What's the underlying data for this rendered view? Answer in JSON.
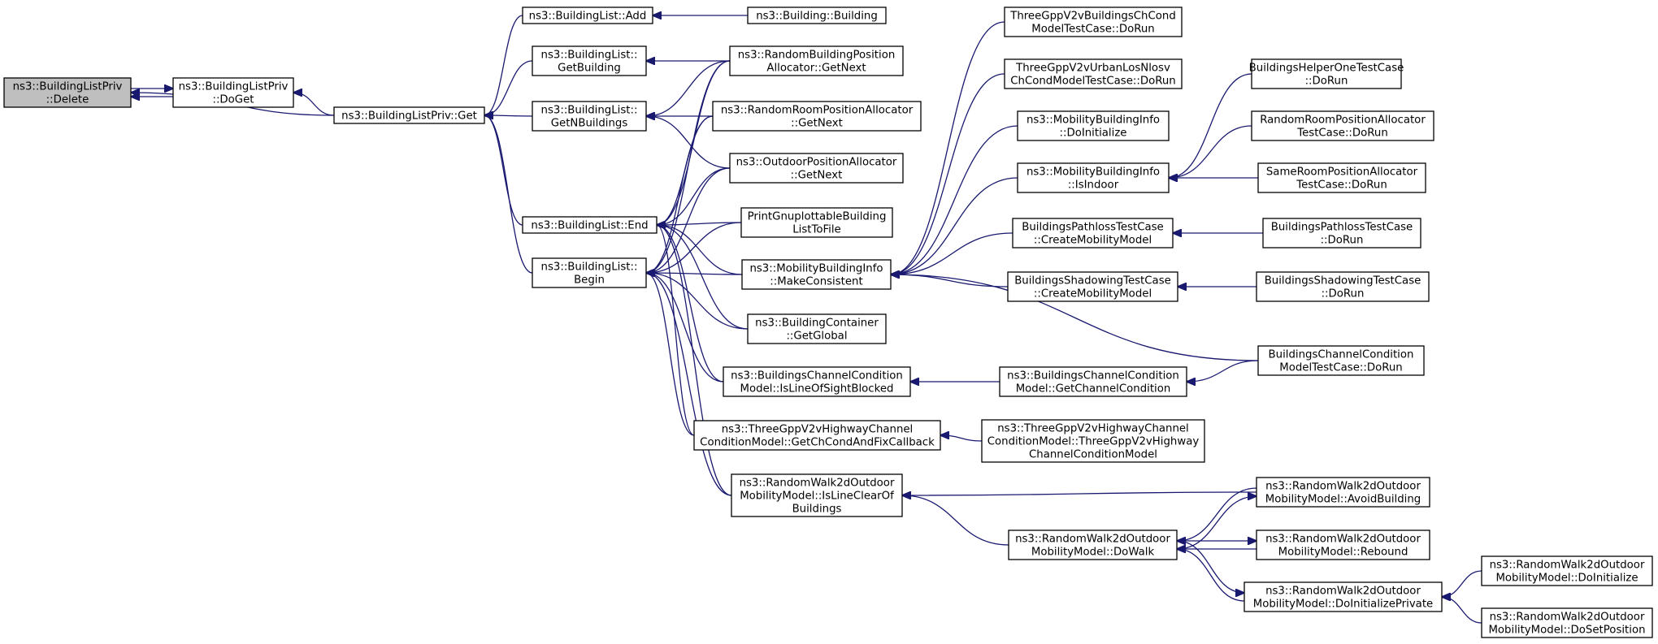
{
  "diagram": {
    "kind": "caller-graph",
    "colors": {
      "edge": "#191970",
      "root_fill": "#bfbfbf",
      "node_fill": "#ffffff",
      "border": "#000000"
    },
    "nodes": [
      {
        "id": "delete",
        "lines": [
          "ns3::BuildingListPriv",
          "::Delete"
        ],
        "root": true
      },
      {
        "id": "doget",
        "lines": [
          "ns3::BuildingListPriv",
          "::DoGet"
        ]
      },
      {
        "id": "get",
        "lines": [
          "ns3::BuildingListPriv::Get"
        ]
      },
      {
        "id": "bl_add",
        "lines": [
          "ns3::BuildingList::Add"
        ]
      },
      {
        "id": "bl_getbuilding",
        "lines": [
          "ns3::BuildingList::",
          "GetBuilding"
        ]
      },
      {
        "id": "bl_getn",
        "lines": [
          "ns3::BuildingList::",
          "GetNBuildings"
        ]
      },
      {
        "id": "bl_end",
        "lines": [
          "ns3::BuildingList::End"
        ]
      },
      {
        "id": "bl_begin",
        "lines": [
          "ns3::BuildingList::",
          "Begin"
        ]
      },
      {
        "id": "building",
        "lines": [
          "ns3::Building::Building"
        ]
      },
      {
        "id": "rbpa",
        "lines": [
          "ns3::RandomBuildingPosition",
          "Allocator::GetNext"
        ]
      },
      {
        "id": "rrpa",
        "lines": [
          "ns3::RandomRoomPositionAllocator",
          "::GetNext"
        ]
      },
      {
        "id": "opa",
        "lines": [
          "ns3::OutdoorPositionAllocator",
          "::GetNext"
        ]
      },
      {
        "id": "pgbl",
        "lines": [
          "PrintGnuplottableBuilding",
          "ListToFile"
        ]
      },
      {
        "id": "mbi_mc",
        "lines": [
          "ns3::MobilityBuildingInfo",
          "::MakeConsistent"
        ]
      },
      {
        "id": "bc_gg",
        "lines": [
          "ns3::BuildingContainer",
          "::GetGlobal"
        ]
      },
      {
        "id": "bccm_los",
        "lines": [
          "ns3::BuildingsChannelCondition",
          "Model::IsLineOfSightBlocked"
        ]
      },
      {
        "id": "tgv_hw",
        "lines": [
          "ns3::ThreeGppV2vHighwayChannel",
          "ConditionModel::GetChCondAndFixCallback"
        ]
      },
      {
        "id": "rw_clear",
        "lines": [
          "ns3::RandomWalk2dOutdoor",
          "MobilityModel::IsLineClearOf",
          "Buildings"
        ]
      },
      {
        "id": "tgv_bcc",
        "lines": [
          "ThreeGppV2vBuildingsChCond",
          "ModelTestCase::DoRun"
        ]
      },
      {
        "id": "tgv_uln",
        "lines": [
          "ThreeGppV2vUrbanLosNlosv",
          "ChCondModelTestCase::DoRun"
        ]
      },
      {
        "id": "mbi_init",
        "lines": [
          "ns3::MobilityBuildingInfo",
          "::DoInitialize"
        ]
      },
      {
        "id": "mbi_indoor",
        "lines": [
          "ns3::MobilityBuildingInfo",
          "::IsIndoor"
        ]
      },
      {
        "id": "bptc_cmm",
        "lines": [
          "BuildingsPathlossTestCase",
          "::CreateMobilityModel"
        ]
      },
      {
        "id": "bstc_cmm",
        "lines": [
          "BuildingsShadowingTestCase",
          "::CreateMobilityModel"
        ]
      },
      {
        "id": "bccm_gcc",
        "lines": [
          "ns3::BuildingsChannelCondition",
          "Model::GetChannelCondition"
        ]
      },
      {
        "id": "tgv_hw_ctor",
        "lines": [
          "ns3::ThreeGppV2vHighwayChannel",
          "ConditionModel::ThreeGppV2vHighway",
          "ChannelConditionModel"
        ]
      },
      {
        "id": "rw_dowalk",
        "lines": [
          "ns3::RandomWalk2dOutdoor",
          "MobilityModel::DoWalk"
        ]
      },
      {
        "id": "bhot_run",
        "lines": [
          "BuildingsHelperOneTestCase",
          "::DoRun"
        ]
      },
      {
        "id": "rrpa_tc",
        "lines": [
          "RandomRoomPositionAllocator",
          "TestCase::DoRun"
        ]
      },
      {
        "id": "srpa_tc",
        "lines": [
          "SameRoomPositionAllocator",
          "TestCase::DoRun"
        ]
      },
      {
        "id": "bptc_run",
        "lines": [
          "BuildingsPathlossTestCase",
          "::DoRun"
        ]
      },
      {
        "id": "bstc_run",
        "lines": [
          "BuildingsShadowingTestCase",
          "::DoRun"
        ]
      },
      {
        "id": "bcctc_run",
        "lines": [
          "BuildingsChannelCondition",
          "ModelTestCase::DoRun"
        ]
      },
      {
        "id": "rw_avoid",
        "lines": [
          "ns3::RandomWalk2dOutdoor",
          "MobilityModel::AvoidBuilding"
        ]
      },
      {
        "id": "rw_rebound",
        "lines": [
          "ns3::RandomWalk2dOutdoor",
          "MobilityModel::Rebound"
        ]
      },
      {
        "id": "rw_initpriv",
        "lines": [
          "ns3::RandomWalk2dOutdoor",
          "MobilityModel::DoInitializePrivate"
        ]
      },
      {
        "id": "rw_doinit",
        "lines": [
          "ns3::RandomWalk2dOutdoor",
          "MobilityModel::DoInitialize"
        ]
      },
      {
        "id": "rw_setpos",
        "lines": [
          "ns3::RandomWalk2dOutdoor",
          "MobilityModel::DoSetPosition"
        ]
      }
    ],
    "edges": [
      [
        "doget",
        "delete"
      ],
      [
        "get",
        "delete"
      ],
      [
        "delete",
        "doget"
      ],
      [
        "get",
        "doget"
      ],
      [
        "bl_add",
        "get"
      ],
      [
        "bl_getbuilding",
        "get"
      ],
      [
        "bl_getn",
        "get"
      ],
      [
        "bl_end",
        "get"
      ],
      [
        "bl_begin",
        "get"
      ],
      [
        "building",
        "bl_add"
      ],
      [
        "rbpa",
        "bl_getbuilding"
      ],
      [
        "rbpa",
        "bl_getn"
      ],
      [
        "rrpa",
        "bl_getn"
      ],
      [
        "opa",
        "bl_getn"
      ],
      [
        "rbpa",
        "bl_end"
      ],
      [
        "rrpa",
        "bl_end"
      ],
      [
        "opa",
        "bl_end"
      ],
      [
        "pgbl",
        "bl_end"
      ],
      [
        "mbi_mc",
        "bl_end"
      ],
      [
        "bc_gg",
        "bl_end"
      ],
      [
        "bccm_los",
        "bl_end"
      ],
      [
        "tgv_hw",
        "bl_end"
      ],
      [
        "rw_clear",
        "bl_end"
      ],
      [
        "rbpa",
        "bl_begin"
      ],
      [
        "rrpa",
        "bl_begin"
      ],
      [
        "opa",
        "bl_begin"
      ],
      [
        "pgbl",
        "bl_begin"
      ],
      [
        "mbi_mc",
        "bl_begin"
      ],
      [
        "bc_gg",
        "bl_begin"
      ],
      [
        "bccm_los",
        "bl_begin"
      ],
      [
        "tgv_hw",
        "bl_begin"
      ],
      [
        "rw_clear",
        "bl_begin"
      ],
      [
        "tgv_bcc",
        "mbi_mc"
      ],
      [
        "tgv_uln",
        "mbi_mc"
      ],
      [
        "mbi_init",
        "mbi_mc"
      ],
      [
        "mbi_indoor",
        "mbi_mc"
      ],
      [
        "bptc_cmm",
        "mbi_mc"
      ],
      [
        "bstc_cmm",
        "mbi_mc"
      ],
      [
        "bcctc_run",
        "mbi_mc"
      ],
      [
        "bccm_gcc",
        "bccm_los"
      ],
      [
        "tgv_hw_ctor",
        "tgv_hw"
      ],
      [
        "rw_avoid",
        "rw_clear"
      ],
      [
        "rw_dowalk",
        "rw_clear"
      ],
      [
        "bhot_run",
        "mbi_indoor"
      ],
      [
        "rrpa_tc",
        "mbi_indoor"
      ],
      [
        "srpa_tc",
        "mbi_indoor"
      ],
      [
        "bptc_run",
        "bptc_cmm"
      ],
      [
        "bstc_run",
        "bstc_cmm"
      ],
      [
        "bcctc_run",
        "bccm_gcc"
      ],
      [
        "rw_dowalk",
        "rw_avoid"
      ],
      [
        "rw_avoid",
        "rw_dowalk"
      ],
      [
        "rw_dowalk",
        "rw_rebound"
      ],
      [
        "rw_rebound",
        "rw_dowalk"
      ],
      [
        "rw_dowalk",
        "rw_initpriv"
      ],
      [
        "rw_initpriv",
        "rw_dowalk"
      ],
      [
        "rw_doinit",
        "rw_initpriv"
      ],
      [
        "rw_setpos",
        "rw_initpriv"
      ]
    ]
  }
}
